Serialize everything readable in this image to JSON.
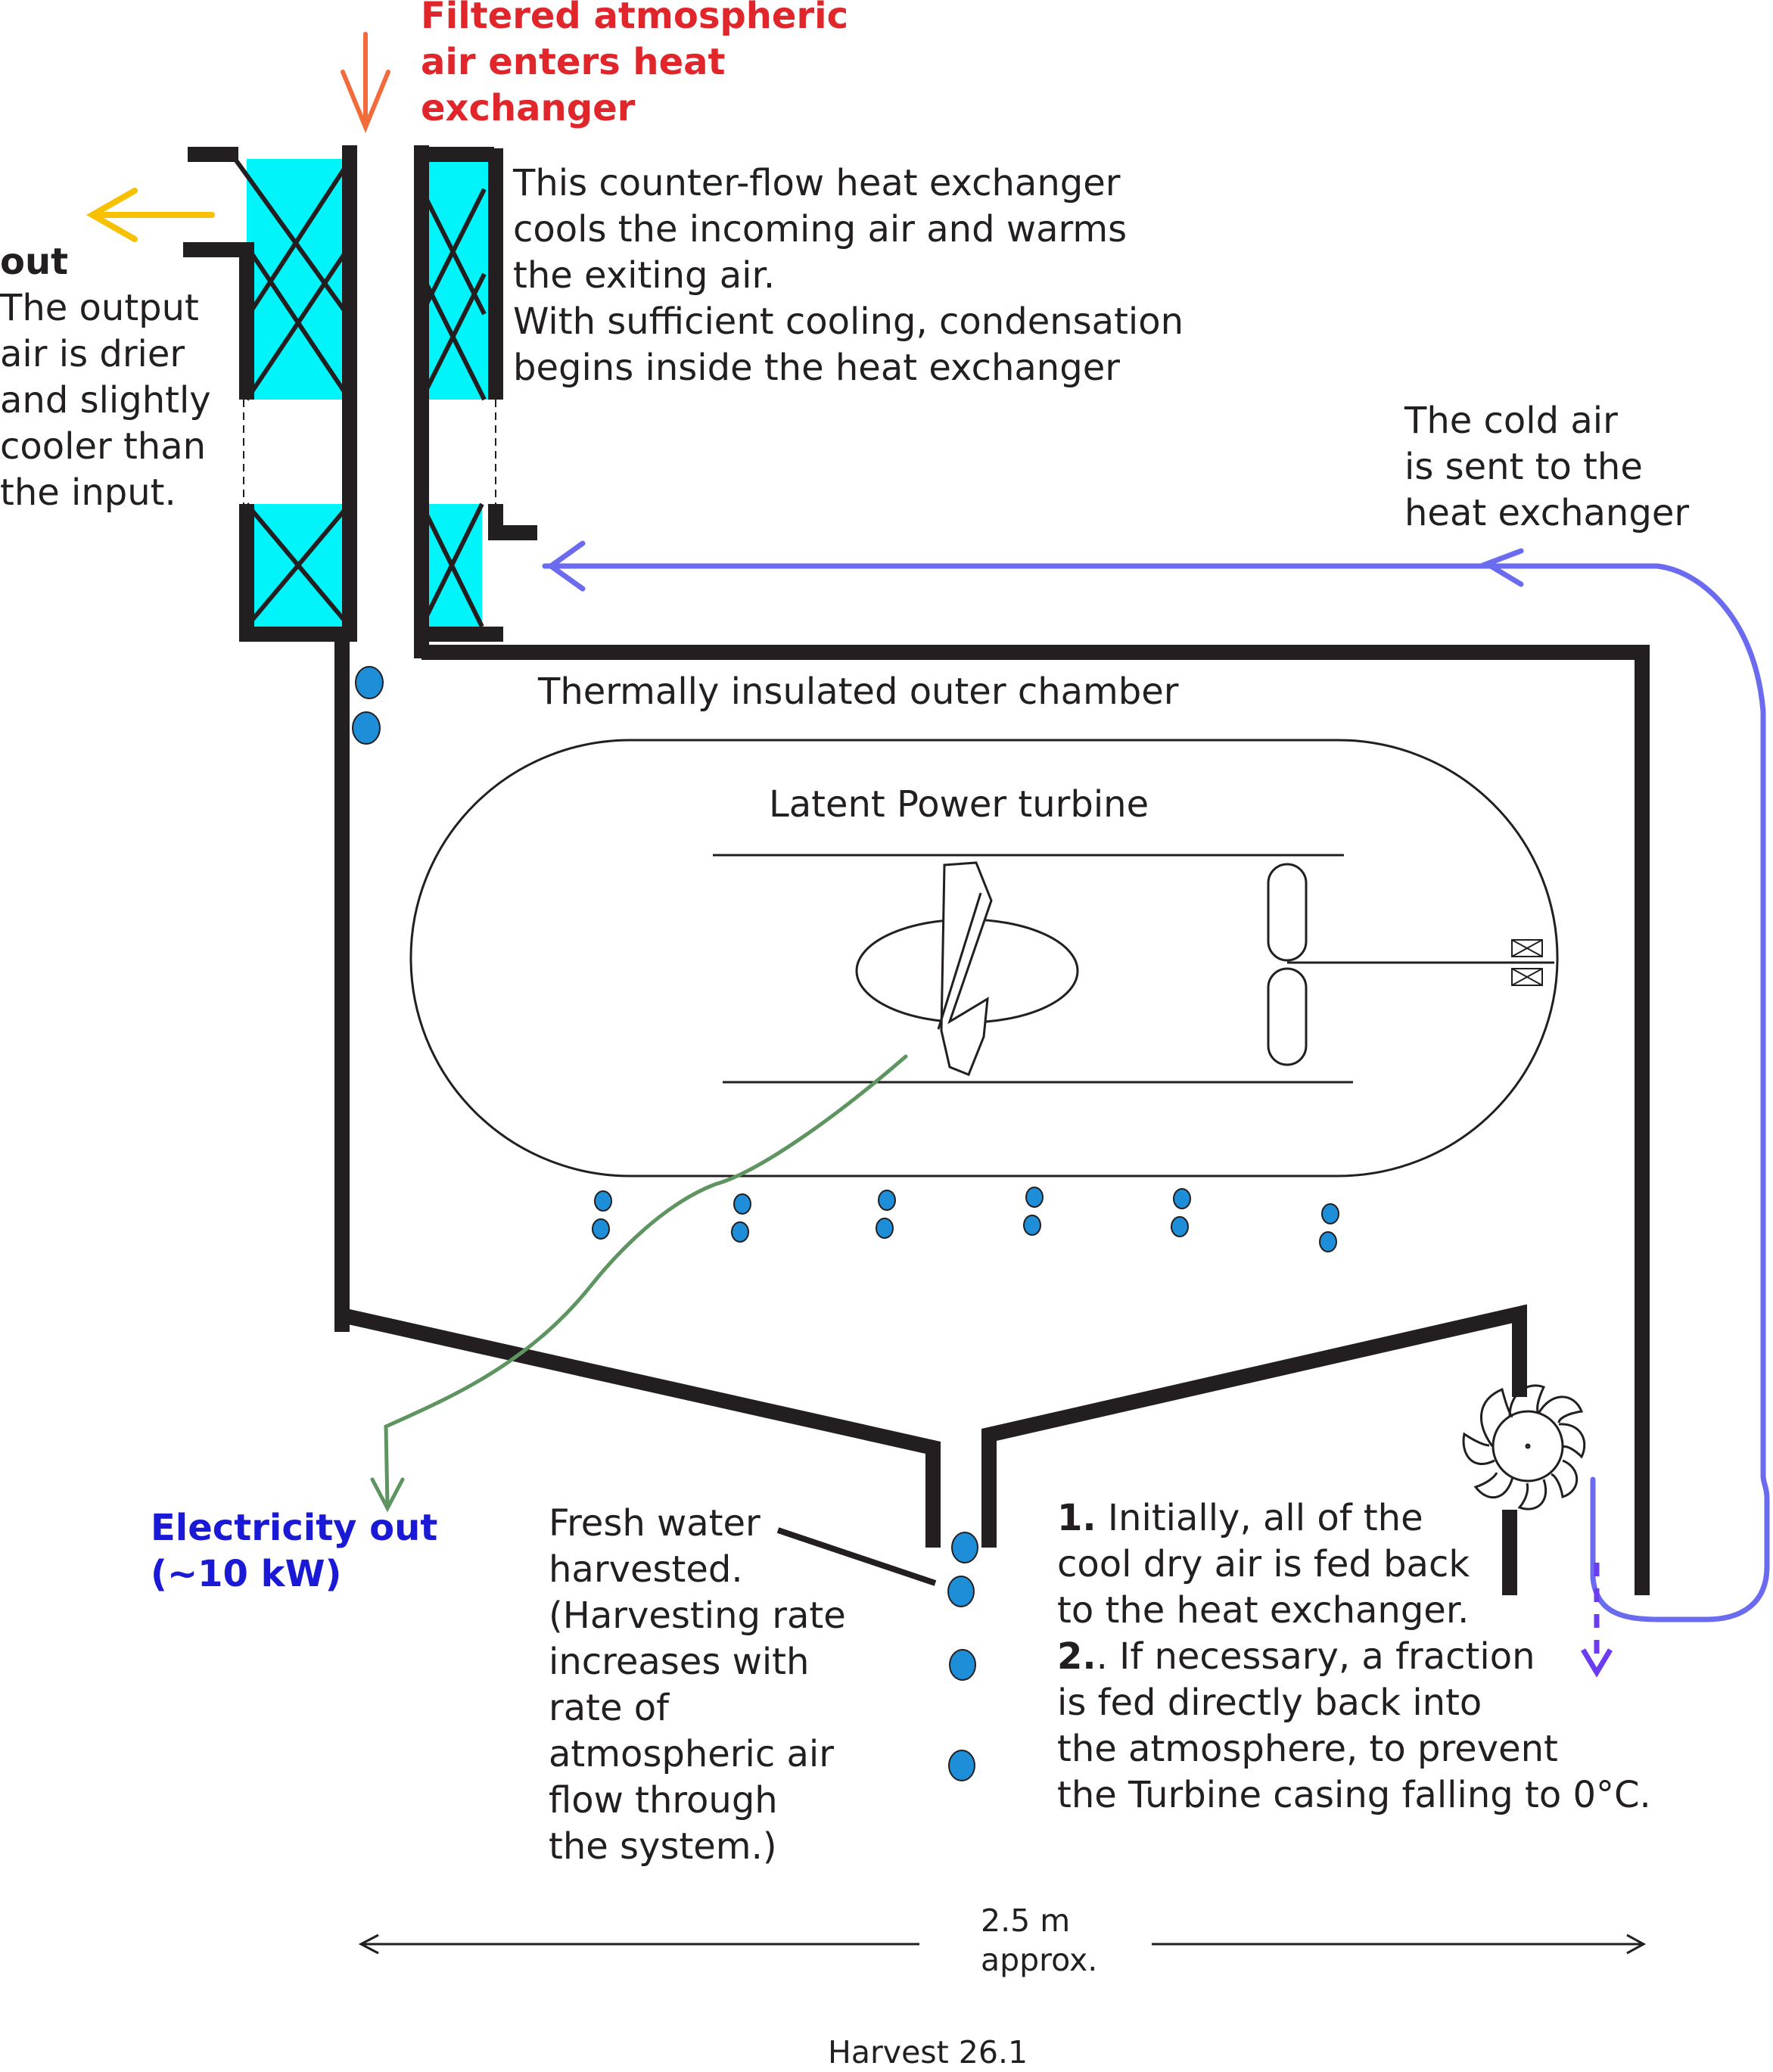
{
  "inlet": {
    "lines": [
      "Filtered atmospheric",
      "air enters heat",
      "exchanger"
    ]
  },
  "exchanger_note": {
    "lines": [
      "This counter-flow heat exchanger",
      "cools the incoming air and warms",
      "the exiting air.",
      "With sufficient cooling, condensation",
      "begins inside the heat exchanger"
    ]
  },
  "outlet": {
    "heading": "out",
    "lines": [
      "The output",
      "air is drier",
      "and  slightly",
      "cooler than",
      "the input."
    ]
  },
  "cold_air": {
    "lines": [
      "The cold air",
      "is sent to the",
      "heat exchanger"
    ]
  },
  "chamber_label": "Thermally insulated outer chamber",
  "turbine_label": "Latent Power turbine",
  "electricity": {
    "lines": [
      "Electricity out",
      "(~10 kW)"
    ]
  },
  "water": {
    "lines": [
      "Fresh water",
      "harvested.",
      "(Harvesting rate",
      "increases with",
      "rate of",
      "atmospheric air",
      "flow through",
      "the system.)"
    ]
  },
  "notes": {
    "n1_num": "1.",
    "n1_lines": [
      " Initially, all of the",
      "cool dry air is fed back",
      "to the heat exchanger."
    ],
    "n2_num": "2.",
    "n2_lines": [
      ". If necessary, a fraction",
      "is fed directly back into",
      "the atmosphere, to prevent",
      "the Turbine casing falling to 0°C."
    ]
  },
  "dimension": {
    "lines": [
      "2.5 m",
      "approx."
    ]
  },
  "caption": "Harvest 26.1",
  "colors": {
    "wall": "#231f20",
    "exchanger_fill": "#00f5fa",
    "droplet": "#1e8ed8",
    "cold_air_arrow": "#6b6bf0",
    "exhaust_arrow": "#f7c000",
    "inlet_arrow": "#f26b3a",
    "electric_line": "#5e9460"
  },
  "icons": [
    "inlet-arrow-icon",
    "exhaust-arrow-icon",
    "cold-air-arrow-icon",
    "fan-icon",
    "turbine-icon",
    "water-droplet-icon",
    "vent-arrow-icon",
    "dimension-arrow-icon"
  ]
}
